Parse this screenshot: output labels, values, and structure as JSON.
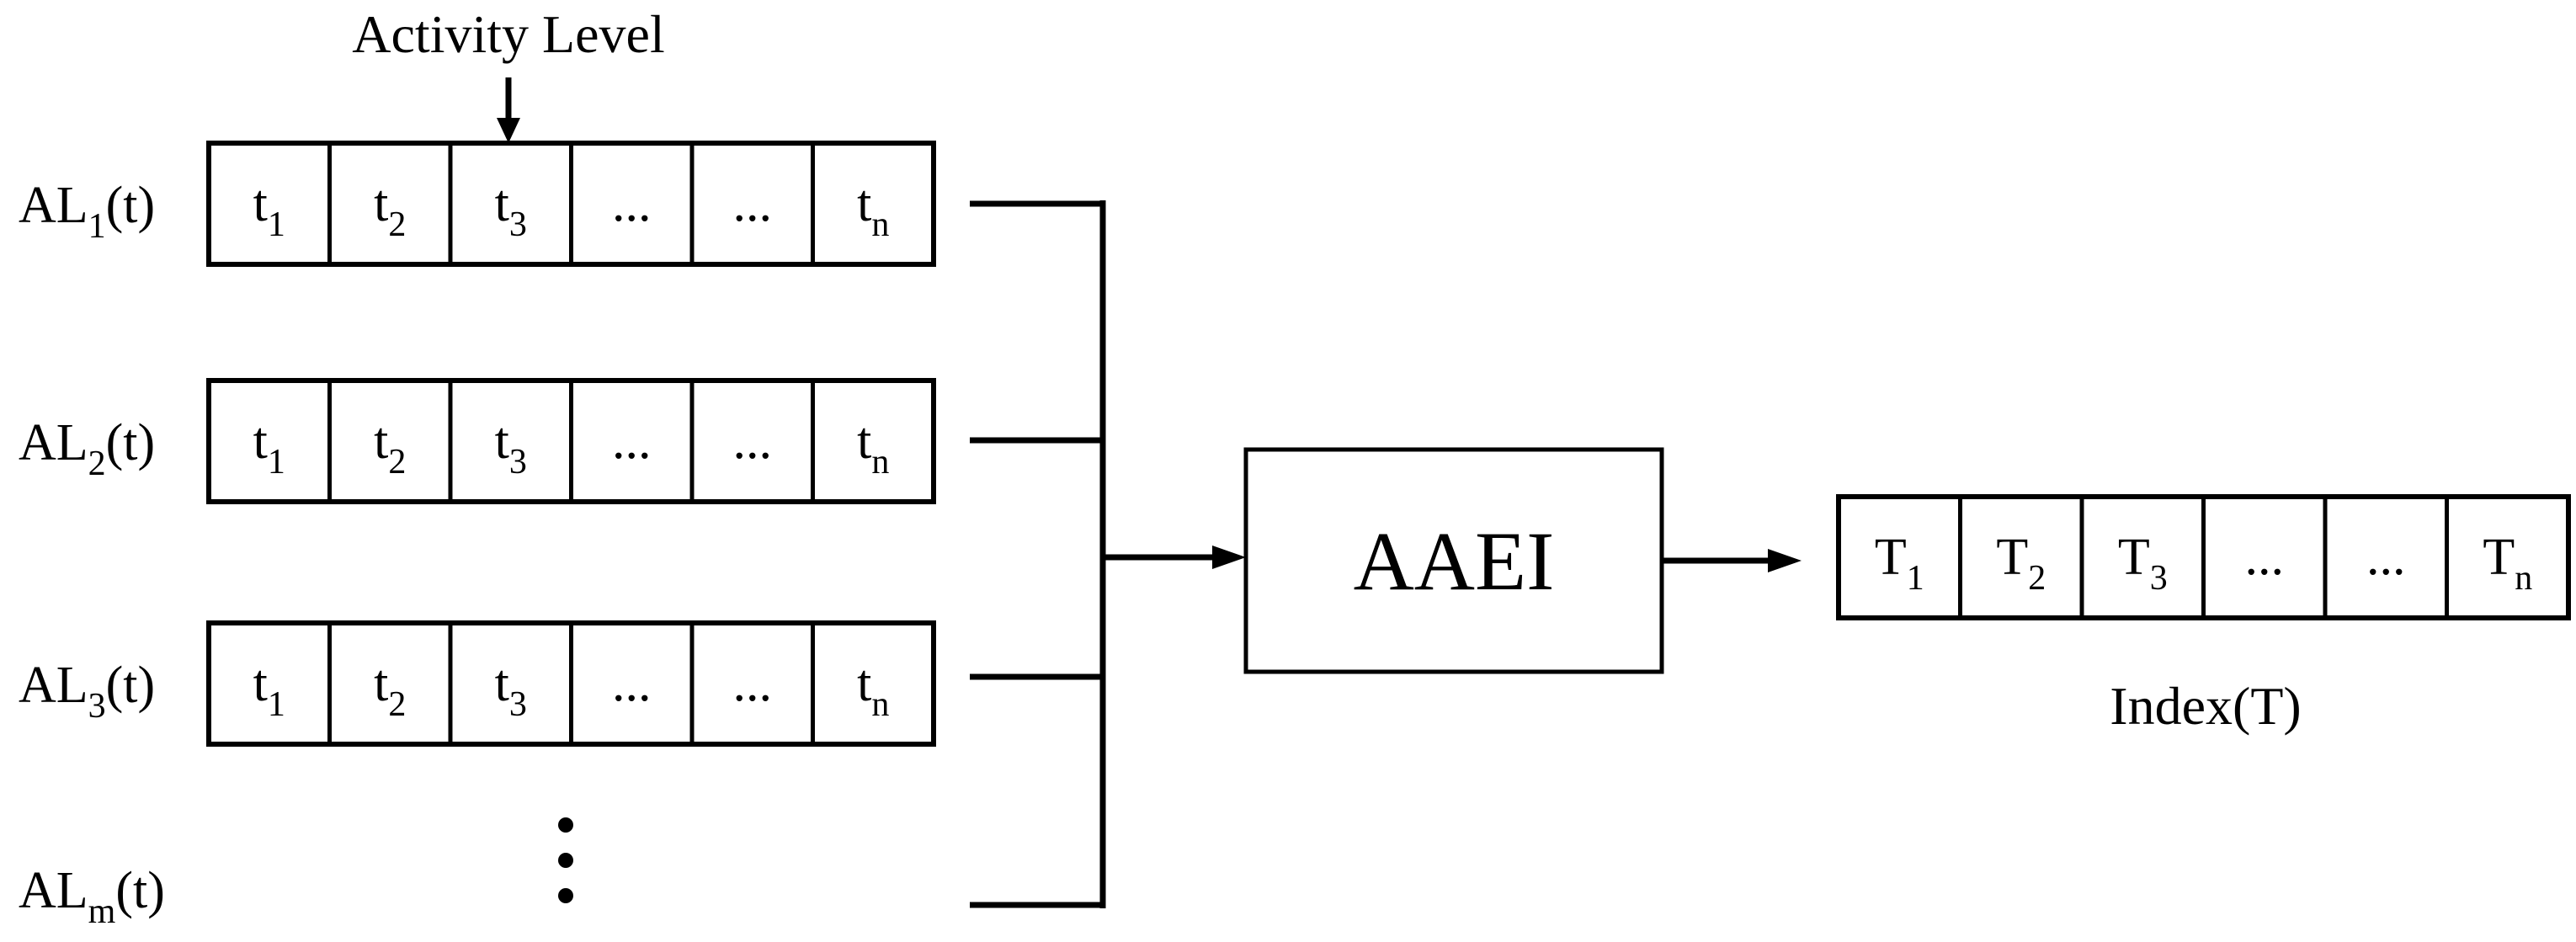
{
  "top_caption": "Activity Level",
  "rows": [
    {
      "label_main": "AL",
      "label_sub": "1",
      "label_tail": "(t)",
      "cells": [
        {
          "main": "t",
          "sub": "1"
        },
        {
          "main": "t",
          "sub": "2"
        },
        {
          "main": "t",
          "sub": "3"
        },
        {
          "main": "...",
          "sub": ""
        },
        {
          "main": "...",
          "sub": ""
        },
        {
          "main": "t",
          "sub": "n"
        }
      ]
    },
    {
      "label_main": "AL",
      "label_sub": "2",
      "label_tail": "(t)",
      "cells": [
        {
          "main": "t",
          "sub": "1"
        },
        {
          "main": "t",
          "sub": "2"
        },
        {
          "main": "t",
          "sub": "3"
        },
        {
          "main": "...",
          "sub": ""
        },
        {
          "main": "...",
          "sub": ""
        },
        {
          "main": "t",
          "sub": "n"
        }
      ]
    },
    {
      "label_main": "AL",
      "label_sub": "3",
      "label_tail": "(t)",
      "cells": [
        {
          "main": "t",
          "sub": "1"
        },
        {
          "main": "t",
          "sub": "2"
        },
        {
          "main": "t",
          "sub": "3"
        },
        {
          "main": "...",
          "sub": ""
        },
        {
          "main": "...",
          "sub": ""
        },
        {
          "main": "t",
          "sub": "n"
        }
      ]
    }
  ],
  "last_row": {
    "label_main": "AL",
    "label_sub": "m",
    "label_tail": "(t)"
  },
  "block_label": "AAEI",
  "output_cells": [
    {
      "main": "T",
      "sub": "1"
    },
    {
      "main": "T",
      "sub": "2"
    },
    {
      "main": "T",
      "sub": "3"
    },
    {
      "main": "...",
      "sub": ""
    },
    {
      "main": "...",
      "sub": ""
    },
    {
      "main": "T",
      "sub": "n"
    }
  ],
  "output_caption": "Index(T)"
}
